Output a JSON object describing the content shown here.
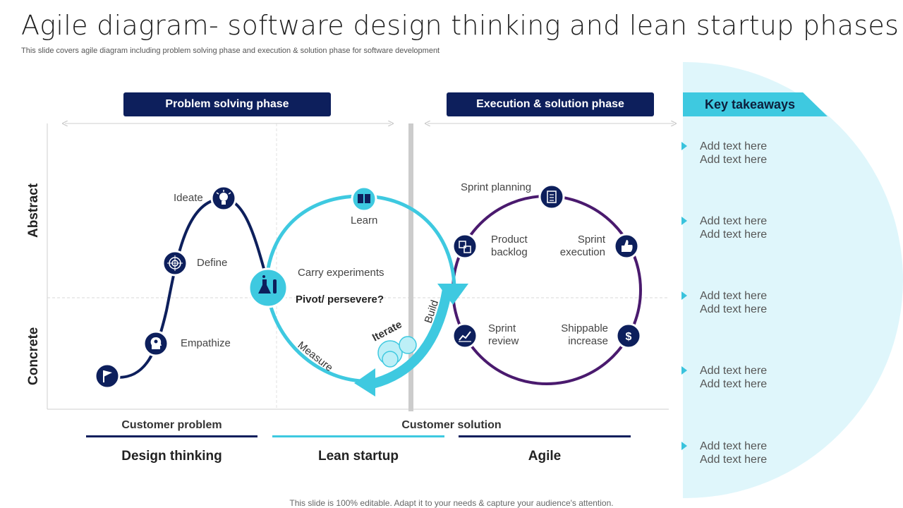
{
  "title": "Agile diagram- software design thinking and lean startup phases",
  "subtitle": "This slide covers agile diagram including problem solving phase and execution & solution phase for software development",
  "phases": {
    "problem": "Problem solving phase",
    "execution": "Execution & solution phase"
  },
  "axes": {
    "abstract": "Abstract",
    "concrete": "Concrete"
  },
  "design_thinking": {
    "ideate": "Ideate",
    "define": "Define",
    "empathize": "Empathize"
  },
  "lean_startup": {
    "learn": "Learn",
    "carry": "Carry experiments",
    "pivot": "Pivot/ persevere?",
    "measure": "Measure",
    "iterate": "Iterate",
    "build": "Build"
  },
  "agile": {
    "sprint_planning": "Sprint planning",
    "product_backlog_1": "Product",
    "product_backlog_2": "backlog",
    "sprint_execution_1": "Sprint",
    "sprint_execution_2": "execution",
    "sprint_review_1": "Sprint",
    "sprint_review_2": "review",
    "shippable_1": "Shippable",
    "shippable_2": "increase"
  },
  "bottom": {
    "customer_problem": "Customer problem",
    "customer_solution": "Customer solution",
    "sections": [
      "Design thinking",
      "Lean startup",
      "Agile"
    ]
  },
  "key_takeaways": {
    "title": "Key takeaways",
    "items": [
      [
        "Add text here",
        "Add text here"
      ],
      [
        "Add text here",
        "Add text here"
      ],
      [
        "Add text here",
        "Add text here"
      ],
      [
        "Add text here",
        "Add text here"
      ],
      [
        "Add text here",
        "Add text here"
      ]
    ]
  },
  "footer": "This slide is 100% editable. Adapt it to your needs & capture your audience's attention.",
  "colors": {
    "navy": "#0d1f5c",
    "cyan": "#3ec9e0",
    "purple": "#4a1a6e",
    "panel": "#dff6fb"
  }
}
